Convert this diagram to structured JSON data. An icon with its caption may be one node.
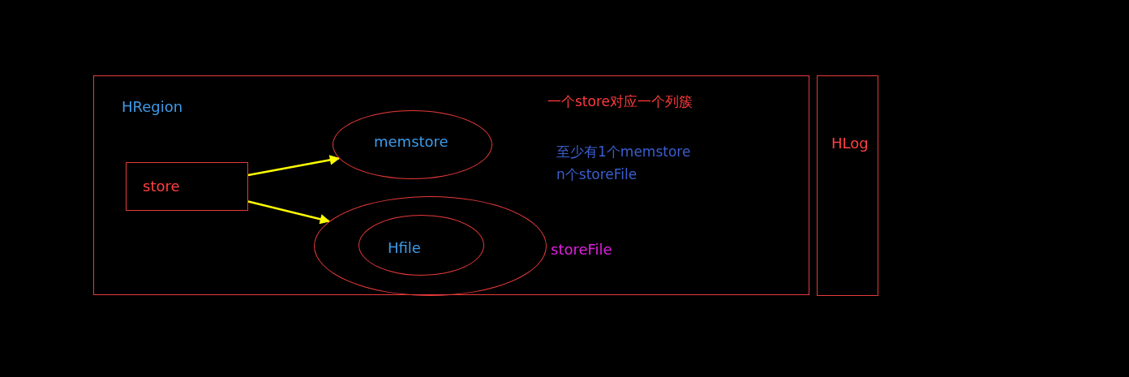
{
  "diagram": {
    "nodes": [
      {
        "text": [
          "HRegion"
        ]
      },
      {
        "text": [
          "store"
        ],
        "in": 0
      },
      {
        "text": [
          "memstore"
        ],
        "in": 0
      },
      {
        "text": [
          "storeFile"
        ],
        "in": 0
      },
      {
        "text": [
          "Hfile"
        ],
        "in": 3
      },
      {
        "text": [
          "HLog"
        ]
      }
    ],
    "edges": [
      {
        "from": 1,
        "to": 2,
        "arrow": "to"
      },
      {
        "from": 1,
        "to": 3,
        "arrow": "to"
      }
    ],
    "labels": [
      "一个store对应一个列簇",
      "至少有1个memstore",
      "n个storeFile"
    ]
  }
}
